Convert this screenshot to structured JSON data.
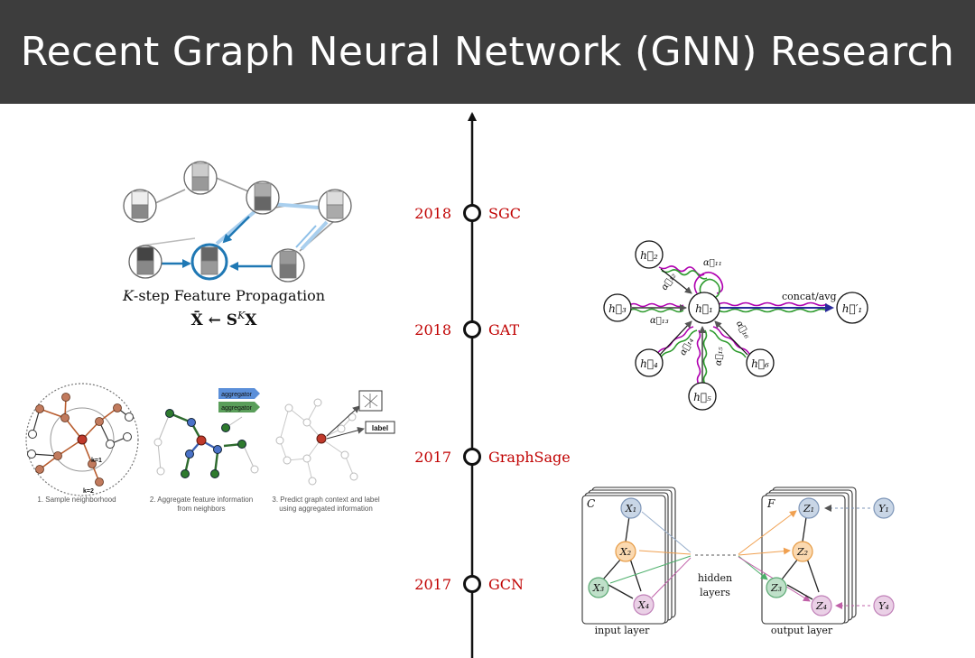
{
  "title": "Recent Graph Neural Network (GNN) Research",
  "timeline": [
    {
      "year": "2018",
      "model": "SGC"
    },
    {
      "year": "2018",
      "model": "GAT"
    },
    {
      "year": "2017",
      "model": "GraphSage"
    },
    {
      "year": "2017",
      "model": "GCN"
    }
  ],
  "sgc": {
    "caption_k": "K",
    "caption_rest": "-step Feature Propagation",
    "formula_lhs": "X̄ ← S",
    "formula_sup": "K",
    "formula_rhs": "X"
  },
  "graphsage": {
    "aggregator_1": "aggregator",
    "aggregator_2": "aggregator",
    "label_box": "label",
    "k1": "k=1",
    "k2": "k=2",
    "step1": "1. Sample neighborhood",
    "step2_line1": "2. Aggregate feature information",
    "step2_line2": "from neighbors",
    "step3_line1": "3. Predict graph context and label",
    "step3_line2": "using aggregated information"
  },
  "gat": {
    "center": "h⃗₁",
    "output": "h⃗′₁",
    "h2": "h⃗₂",
    "h3": "h⃗₃",
    "h4": "h⃗₄",
    "h5": "h⃗₅",
    "h6": "h⃗₆",
    "a11": "α⃗₁₁",
    "a12": "α⃗₁₂",
    "a13": "α⃗₁₃",
    "a14": "α⃗₁₄",
    "a15": "α⃗₁₅",
    "a16": "α⃗₁₆",
    "concat": "concat/avg"
  },
  "gcn": {
    "c_label": "C",
    "f_label": "F",
    "x1": "X₁",
    "x2": "X₂",
    "x3": "X₃",
    "x4": "X₄",
    "z1": "Z₁",
    "z2": "Z₂",
    "z3": "Z₃",
    "z4": "Z₄",
    "y1": "Y₁",
    "y4": "Y₄",
    "hidden_1": "hidden",
    "hidden_2": "layers",
    "input_layer": "input layer",
    "output_layer": "output layer"
  },
  "colors": {
    "title_bg": "#3d3d3d",
    "timeline_text": "#c00000",
    "x1_fill": "#c9d6e6",
    "x2_fill": "#fbd9b0",
    "x3_fill": "#bfe0c9",
    "x4_fill": "#ead0e6",
    "arrow_blue": "#1f78b4",
    "green": "#2e8b2e",
    "magenta": "#b000b0"
  }
}
